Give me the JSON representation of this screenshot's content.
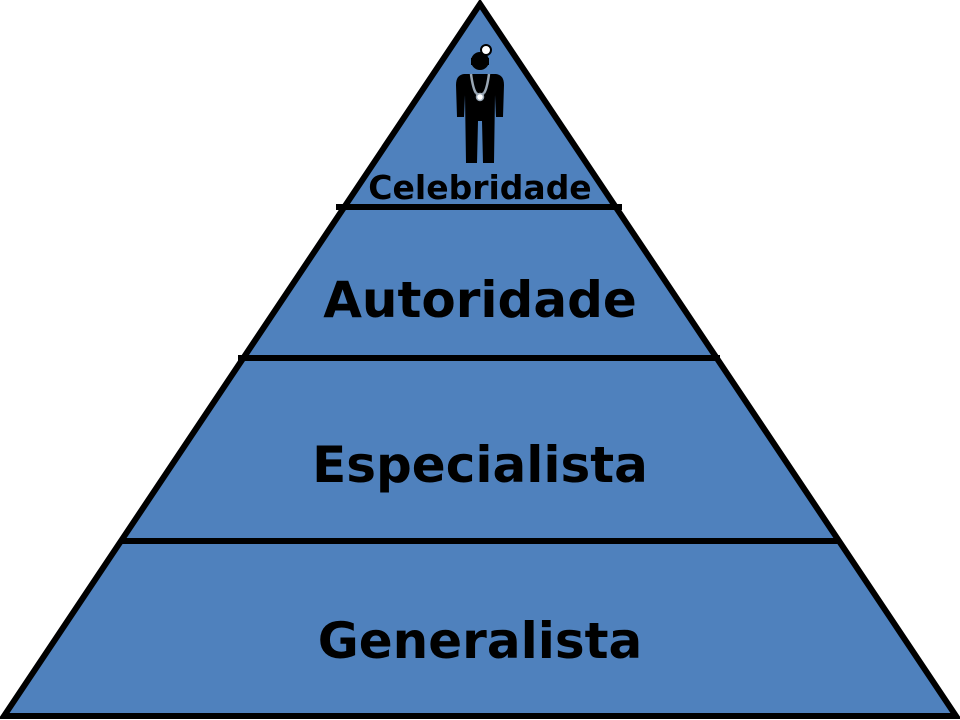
{
  "diagram": {
    "fill_color": "#4f81bd",
    "outline_color": "#000000",
    "tiers": [
      {
        "label": "Celebridade",
        "icon": "doctor-with-stethoscope-icon"
      },
      {
        "label": "Autoridade"
      },
      {
        "label": "Especialista"
      },
      {
        "label": "Generalista"
      }
    ]
  }
}
